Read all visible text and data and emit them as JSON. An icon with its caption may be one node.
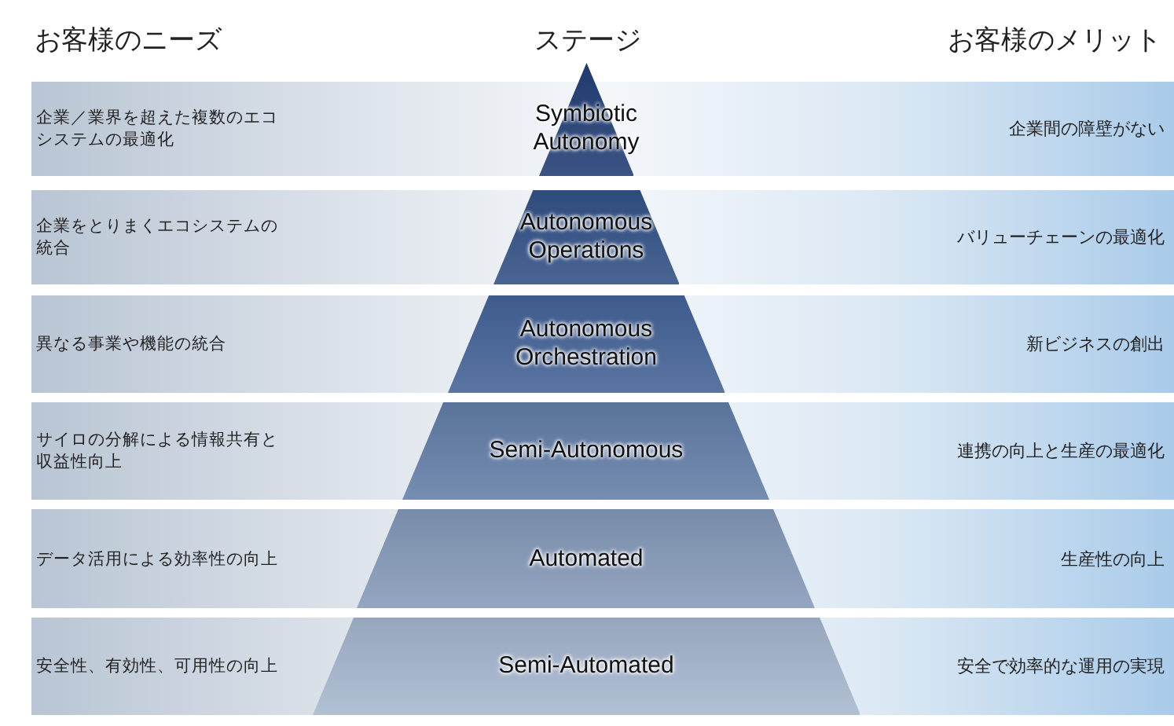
{
  "diagram": {
    "nodes": [
      {
        "text": [
          "企業／業界を超えた複数のエコシステムの最適化",
          "企業間の障壁がない"
        ]
      },
      {
        "text": [
          "企業をとりまくエコシステムの統合",
          "バリューチェーンの最適化"
        ]
      },
      {
        "text": [
          "異なる事業や機能の統合",
          "新ビジネスの創出"
        ]
      },
      {
        "text": [
          "サイロの分解による情報共有と収益性向上",
          "連携の向上と生産の最適化"
        ]
      },
      {
        "text": [
          "データ活用による効率性の向上",
          "生産性の向上"
        ]
      },
      {
        "text": [
          "安全性、有効性、可用性の向上",
          "安全で効率的な運用の実現"
        ]
      },
      {
        "text": [
          "Symbiotic Autonomy"
        ]
      },
      {
        "text": [
          "Autonomous Operations"
        ],
        "in": 1
      },
      {
        "text": [
          "Autonomous Orchestration"
        ],
        "in": 2
      },
      {
        "text": [
          "Semi-Autonomous"
        ],
        "in": 3
      },
      {
        "text": [
          "Automated"
        ],
        "in": 4
      },
      {
        "text": [
          "Semi-Automated"
        ],
        "in": 5
      }
    ],
    "labels": [
      "お客様のニーズ",
      "ステージ",
      "お客様のメリット"
    ]
  }
}
